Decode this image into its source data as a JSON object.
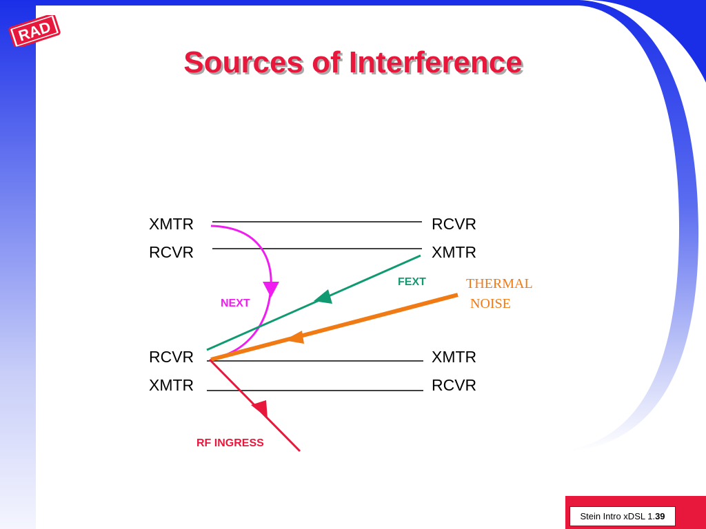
{
  "slide": {
    "title": "Sources of Interference",
    "logo_text": "RAD",
    "footer": {
      "text": "Stein Intro xDSL 1.",
      "page": "39"
    }
  },
  "diagram": {
    "top_left": {
      "line1": "XMTR",
      "line2": "RCVR"
    },
    "top_right": {
      "line1": "RCVR",
      "line2": "XMTR"
    },
    "bottom_left": {
      "line1": "RCVR",
      "line2": "XMTR"
    },
    "bottom_right": {
      "line1": "XMTR",
      "line2": "RCVR"
    },
    "sources": {
      "next": "NEXT",
      "fext": "FEXT",
      "thermal_1": "THERMAL",
      "thermal_2": "NOISE",
      "rf": "RF INGRESS"
    },
    "colors": {
      "title": "#e8173c",
      "next": "#f01df0",
      "fext": "#119a72",
      "thermal": "#f07a14",
      "rf": "#e8173c",
      "band": "#1a2ee8"
    }
  }
}
